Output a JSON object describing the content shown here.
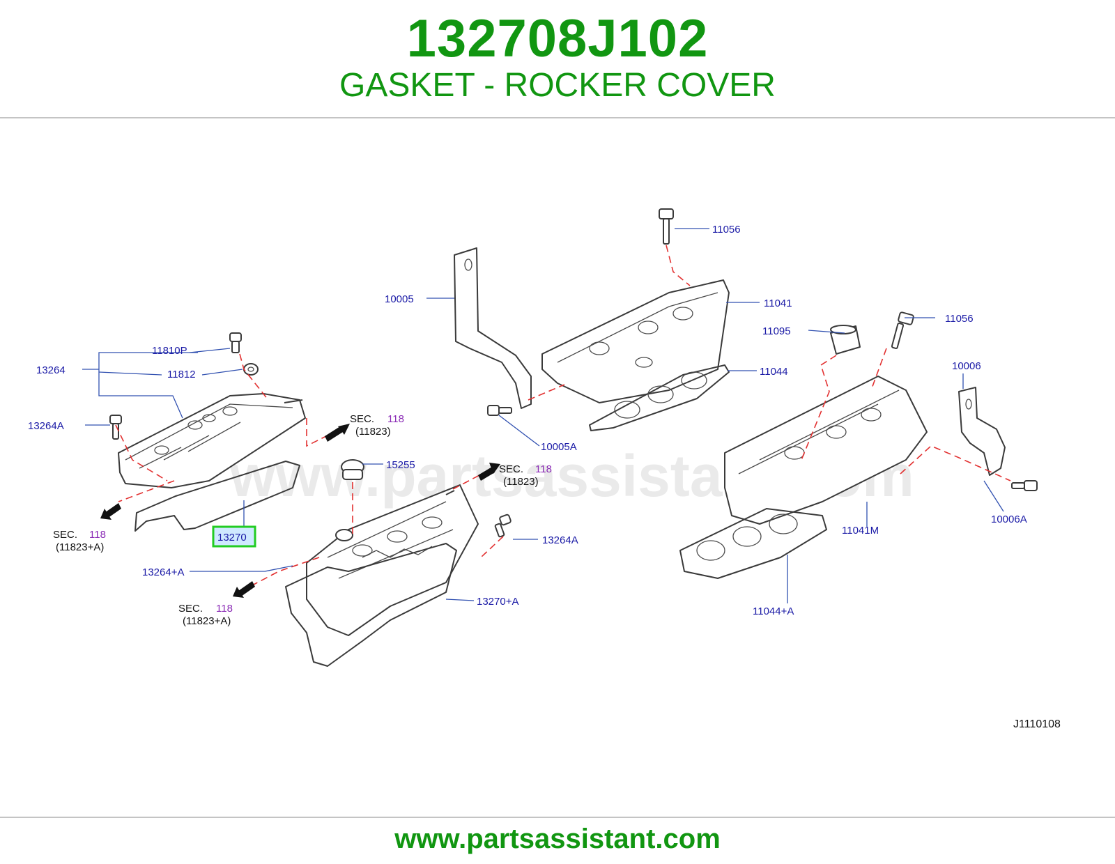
{
  "header": {
    "part_number": "132708J102",
    "part_name": "GASKET - ROCKER COVER"
  },
  "footer": {
    "url": "www.partsassistant.com"
  },
  "watermark": "www.partsassistant.com",
  "diagram_id": "J1110108",
  "colors": {
    "title_green": "#119611",
    "label_blue": "#1a1aa6",
    "section_purple": "#8a2ab5",
    "highlight_green": "#22cc22",
    "highlight_fill": "#cfe9ff",
    "dash_red": "#e23030"
  },
  "labels": {
    "p11056_top": "11056",
    "p10005": "10005",
    "p11041": "11041",
    "p11095": "11095",
    "p11056_right": "11056",
    "p11044": "11044",
    "p10006": "10006",
    "p13264": "13264",
    "p11810P": "11810P",
    "p11812": "11812",
    "p13264A_left": "13264A",
    "p15255": "15255",
    "p10005A": "10005A",
    "p13270": "13270",
    "p13264A_right": "13264A",
    "p11041M": "11041M",
    "p10006A": "10006A",
    "p13264plusA": "13264+A",
    "p13270plusA": "13270+A",
    "p11044plusA": "11044+A"
  },
  "sections": {
    "sec_word": "SEC.",
    "sec_num": "118",
    "ref_11823": "(11823)",
    "ref_11823A": "(11823+A)"
  },
  "highlight": {
    "part": "13270"
  }
}
